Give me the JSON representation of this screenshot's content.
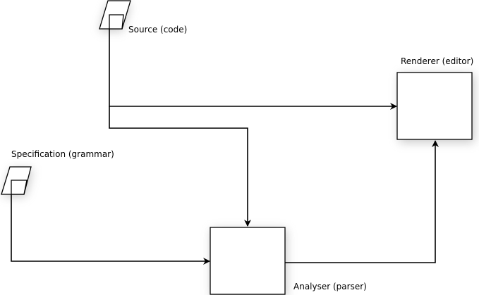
{
  "nodes": {
    "source": {
      "label": "Source (code)",
      "shape": "parallelogram-data-node"
    },
    "specification": {
      "label": "Specification (grammar)",
      "shape": "parallelogram-data-node"
    },
    "renderer": {
      "label": "Renderer (editor)",
      "shape": "box"
    },
    "analyser": {
      "label": "Analyser (parser)",
      "shape": "box"
    }
  },
  "edges": [
    {
      "from": "source",
      "to": "renderer"
    },
    {
      "from": "source",
      "to": "analyser"
    },
    {
      "from": "specification",
      "to": "analyser"
    },
    {
      "from": "analyser",
      "to": "renderer"
    }
  ],
  "colors": {
    "stroke": "#000000",
    "fill": "#ffffff",
    "shadow": "#9a9a9a"
  }
}
